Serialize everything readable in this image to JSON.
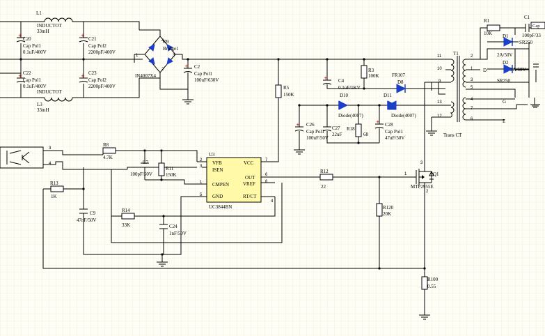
{
  "colors": {
    "background": "#fffef6",
    "grid": "#ece6c8",
    "wire": "#000000",
    "diode": "#1a3fc8",
    "ic_fill": "#fff9a8",
    "pin_marker": "#c00000"
  },
  "components": {
    "L1": {
      "ref": "L1",
      "type": "INDUCTOT",
      "value": "33mH"
    },
    "L3": {
      "ref": "L3",
      "type": "INDUCTOT",
      "value": "33mH"
    },
    "C20": {
      "ref": "C20",
      "type": "Cap Pol1",
      "value": "0.1uF/400V"
    },
    "C21": {
      "ref": "C21",
      "type": "Cap Pol2",
      "value": "2200pF/400V"
    },
    "C22": {
      "ref": "C22",
      "type": "Cap Pol1",
      "value": "0.1uF/400V"
    },
    "C23": {
      "ref": "C23",
      "type": "Cap Pol2",
      "value": "2200pF/400V"
    },
    "D9": {
      "ref": "D9",
      "type": "Bridge1",
      "value": "IN4007X4"
    },
    "C2": {
      "ref": "C2",
      "type": "Cap Pol1",
      "value": "100uF/630V"
    },
    "R5": {
      "ref": "R5",
      "value": "150K"
    },
    "C4": {
      "ref": "C4",
      "value": "0.1uF/1KV"
    },
    "R3": {
      "ref": "R3",
      "value": "100K"
    },
    "D8": {
      "ref": "D8",
      "type": "FR107"
    },
    "D11": {
      "ref": "D11"
    },
    "D10": {
      "ref": "D10",
      "type": "Diode(4007)"
    },
    "D12": {
      "type": "Diode(4007)"
    },
    "C26": {
      "ref": "C26",
      "type": "Cap Pol1",
      "value": "100uF/50V"
    },
    "C27": {
      "ref": "C27",
      "value": "22uF"
    },
    "R18": {
      "ref": "R18",
      "value": "68"
    },
    "C28": {
      "ref": "C28",
      "type": "Cap Pol1",
      "value": "47uF/50V"
    },
    "T1": {
      "ref": "T1",
      "type": "Trans CT"
    },
    "R1": {
      "ref": "R1",
      "value": "10K"
    },
    "C1": {
      "ref": "C1",
      "value": "100pF/33"
    },
    "C1_tag": "Cap",
    "D1": {
      "ref": "D1",
      "value": "2A/50V",
      "type": "SR250"
    },
    "D2": {
      "ref": "D2",
      "value": "2A/50V",
      "type": "SR250"
    },
    "R8": {
      "ref": "R8",
      "value": "4.7K"
    },
    "C7": {
      "ref": "C7",
      "value": "100pF/50V"
    },
    "R11": {
      "ref": "R11",
      "value": "150K"
    },
    "U3": {
      "ref": "U3",
      "type": "UC3844BN"
    },
    "R13": {
      "ref": "R13",
      "value": "1K"
    },
    "C9": {
      "ref": "C9",
      "value": "47nF/50V"
    },
    "R14": {
      "ref": "R14",
      "value": "33K"
    },
    "C24": {
      "ref": "C24",
      "value": "1nF/50V"
    },
    "R12": {
      "ref": "R12",
      "value": "22"
    },
    "R120": {
      "ref": "R120",
      "value": "20K"
    },
    "Q1": {
      "ref": "Q1",
      "type": "MTP2955E"
    },
    "R100": {
      "ref": "R100",
      "value": "0.55"
    }
  },
  "ic_pins": {
    "VFB": "VFB",
    "ISEN": "ISEN",
    "CMPEN": "CMPEN",
    "GND": "GND",
    "VCC": "VCC",
    "OUT": "OUT",
    "VREF": "VREF",
    "RTCT": "RT/CT"
  },
  "pin_numbers": {
    "u3_1": "1",
    "u3_2": "2",
    "u3_3": "3",
    "u3_5": "5",
    "u3_6": "6",
    "u3_7": "7",
    "u3_8": "8",
    "u3_4": "4",
    "bridge_1": "1",
    "bridge_2": "2",
    "bridge_3": "3",
    "bridge_4": "4",
    "opto_3": "3",
    "opto_4": "4",
    "t1_11": "11",
    "t1_10": "10",
    "t1_9": "9",
    "t1_13": "13",
    "t1_12": "12",
    "t1_2": "2",
    "t1_1": "1",
    "t1_3": "3",
    "t1_5": "5",
    "t1_4": "4",
    "t1_7": "7",
    "t1_6": "6",
    "q1_1": "1",
    "q1_2": "2",
    "q1_3": "3"
  },
  "transformer_labels": {
    "D": "D",
    "G": "G",
    "E": "E"
  }
}
